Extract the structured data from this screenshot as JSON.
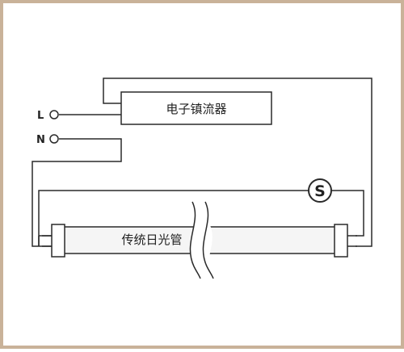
{
  "diagram": {
    "terminal_l": "L",
    "terminal_n": "N",
    "ballast_label": "电子镇流器",
    "starter_label": "S",
    "tube_label": "传统日光管",
    "colors": {
      "border": "#c9b299",
      "wire": "#2a2a2a",
      "tube_fill": "#f5f5f5",
      "background": "#ffffff"
    }
  }
}
